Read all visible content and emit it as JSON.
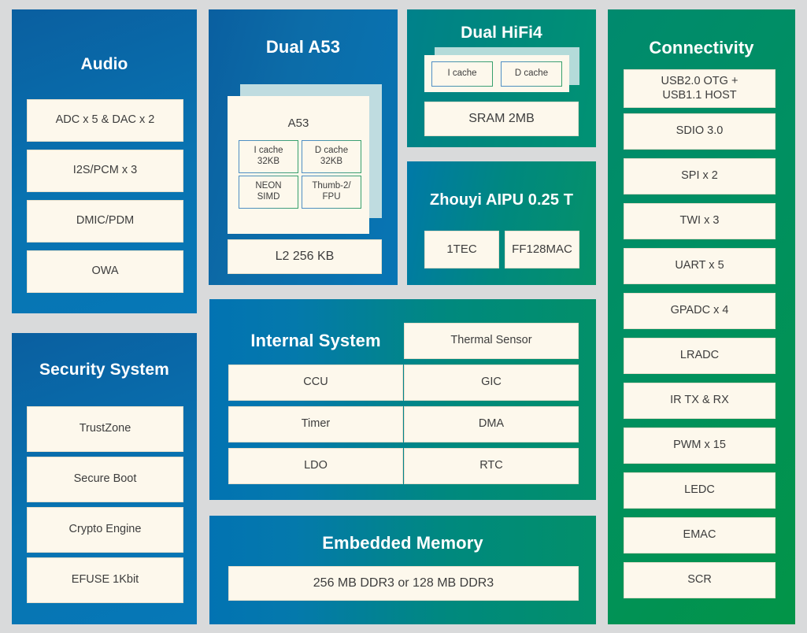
{
  "diagram": {
    "background_color": "#d9dadb",
    "box_fill": "#fdf8ec",
    "panels": {
      "audio": {
        "title": "Audio",
        "accent": "#0a5fa0",
        "items": [
          "ADC x 5 & DAC x 2",
          "I2S/PCM x 3",
          "DMIC/PDM",
          "OWA"
        ]
      },
      "security": {
        "title": "Security System",
        "accent": "#0a5fa0",
        "items": [
          "TrustZone",
          "Secure Boot",
          "Crypto Engine",
          "EFUSE 1Kbit"
        ]
      },
      "dual_a53": {
        "title": "Dual A53",
        "accent": "#0775b4",
        "card_label": "A53",
        "cells": [
          "I cache\n32KB",
          "D cache\n32KB",
          "NEON\nSIMD",
          "Thumb-2/\nFPU"
        ],
        "cell_i_cache_line1": "I cache",
        "cell_i_cache_line2": "32KB",
        "cell_d_cache_line1": "D cache",
        "cell_d_cache_line2": "32KB",
        "cell_neon_line1": "NEON",
        "cell_neon_line2": "SIMD",
        "cell_thumb_line1": "Thumb-2/",
        "cell_thumb_line2": "FPU",
        "l2": "L2 256 KB"
      },
      "dual_hifi4": {
        "title": "Dual HiFi4",
        "accent": "#00897c",
        "cells": [
          "I cache",
          "D cache"
        ],
        "sram": "SRAM 2MB"
      },
      "aipu": {
        "title": "Zhouyi AIPU 0.25 T",
        "accent": "#00887f",
        "items": [
          "1TEC",
          "FF128MAC"
        ]
      },
      "internal_system": {
        "title": "Internal System",
        "accent": "#0273b2",
        "thermal_sensor": "Thermal Sensor",
        "left_items": [
          "CCU",
          "Timer",
          "LDO"
        ],
        "right_items": [
          "GIC",
          "DMA",
          "RTC"
        ]
      },
      "embedded_memory": {
        "title": "Embedded Memory",
        "accent": "#0273b2",
        "items": [
          "256 MB DDR3 or 128 MB DDR3"
        ]
      },
      "connectivity": {
        "title": "Connectivity",
        "accent": "#029447",
        "items": [
          "USB2.0 OTG +\nUSB1.1 HOST",
          "SDIO 3.0",
          "SPI x 2",
          "TWI x 3",
          "UART x 5",
          "GPADC  x 4",
          "LRADC",
          "IR TX & RX",
          "PWM x 15",
          "LEDC",
          "EMAC",
          "SCR"
        ],
        "usb_line1": "USB2.0 OTG +",
        "usb_line2": "USB1.1 HOST",
        "item_sdio": "SDIO 3.0",
        "item_spi": "SPI x 2",
        "item_twi": "TWI x 3",
        "item_uart": "UART x 5",
        "item_gpadc": "GPADC  x 4",
        "item_lradc": "LRADC",
        "item_ir": "IR TX & RX",
        "item_pwm": "PWM x 15",
        "item_ledc": "LEDC",
        "item_emac": "EMAC",
        "item_scr": "SCR"
      }
    }
  }
}
